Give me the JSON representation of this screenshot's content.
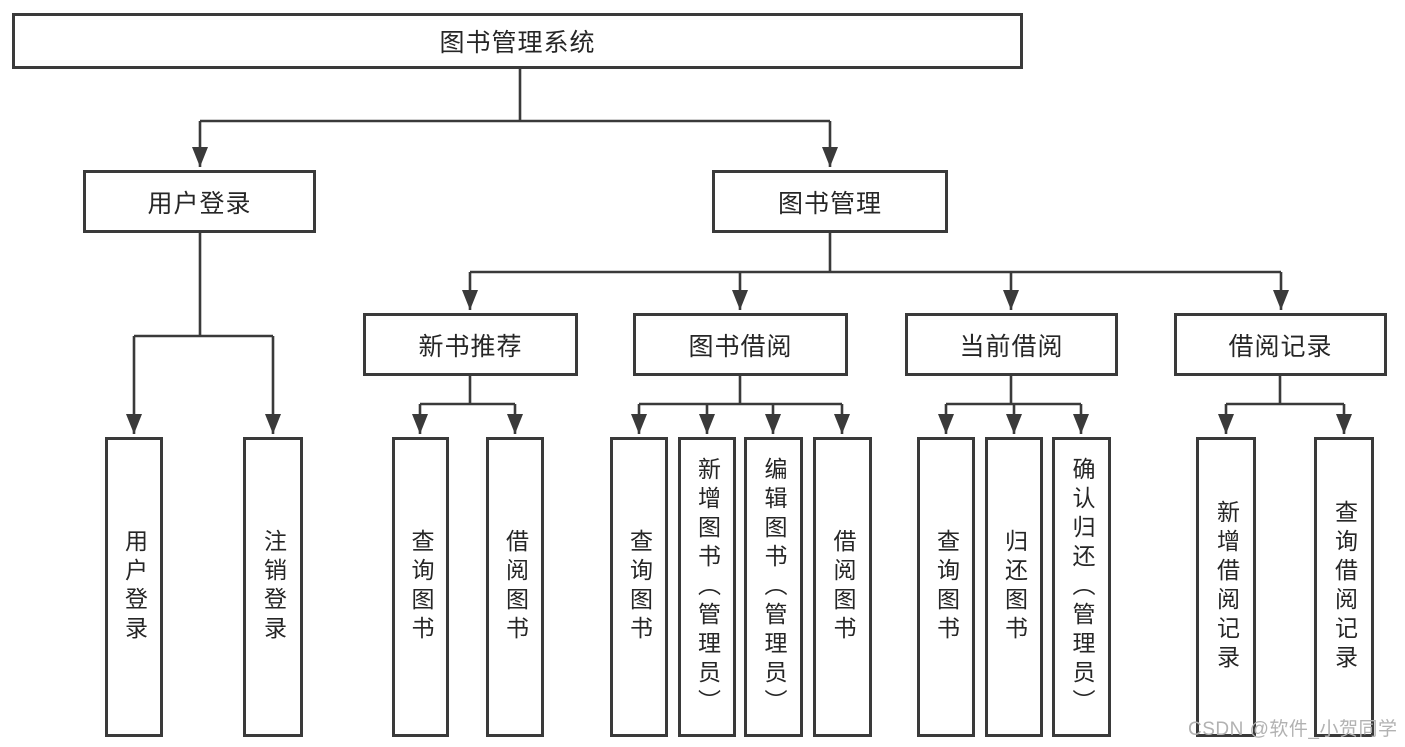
{
  "colors": {
    "line": "#3a3a3a",
    "text": "#262626",
    "background": "#ffffff",
    "watermark": "#b2b2b2"
  },
  "watermark": {
    "text": "CSDN @软件_小贺同学"
  },
  "tree": {
    "label": "图书管理系统",
    "children": [
      {
        "label": "用户登录",
        "children": [
          {
            "label": "用户登录"
          },
          {
            "label": "注销登录"
          }
        ]
      },
      {
        "label": "图书管理",
        "children": [
          {
            "label": "新书推荐",
            "children": [
              {
                "label": "查询图书"
              },
              {
                "label": "借阅图书"
              }
            ]
          },
          {
            "label": "图书借阅",
            "children": [
              {
                "label": "查询图书"
              },
              {
                "label": "新增图书（管理员）"
              },
              {
                "label": "编辑图书（管理员）"
              },
              {
                "label": "借阅图书"
              }
            ]
          },
          {
            "label": "当前借阅",
            "children": [
              {
                "label": "查询图书"
              },
              {
                "label": "归还图书"
              },
              {
                "label": "确认归还（管理员）"
              }
            ]
          },
          {
            "label": "借阅记录",
            "children": [
              {
                "label": "新增借阅记录"
              },
              {
                "label": "查询借阅记录"
              }
            ]
          }
        ]
      }
    ]
  }
}
